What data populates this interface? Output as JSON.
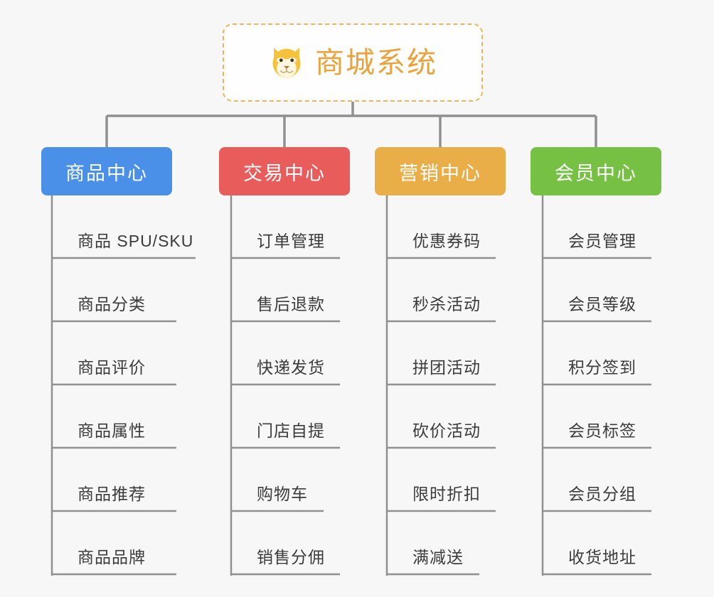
{
  "diagram": {
    "type": "mind-map",
    "background_color": "#f7f7f7",
    "root": {
      "label": "商城系统",
      "icon": "dog-face-icon",
      "text_color": "#e8a33d",
      "border_color": "#eeb45c",
      "border_style": "dashed",
      "fill_color": "#fefefe"
    },
    "connector_color": "#909090",
    "branches": [
      {
        "label": "商品中心",
        "color": "#4a90e8",
        "items": [
          "商品 SPU/SKU",
          "商品分类",
          "商品评价",
          "商品属性",
          "商品推荐",
          "商品品牌"
        ]
      },
      {
        "label": "交易中心",
        "color": "#e85c5c",
        "items": [
          "订单管理",
          "售后退款",
          "快递发货",
          "门店自提",
          "购物车",
          "销售分佣"
        ]
      },
      {
        "label": "营销中心",
        "color": "#eaae48",
        "items": [
          "优惠券码",
          "秒杀活动",
          "拼团活动",
          "砍价活动",
          "限时折扣",
          "满减送"
        ]
      },
      {
        "label": "会员中心",
        "color": "#76c043",
        "items": [
          "会员管理",
          "会员等级",
          "积分签到",
          "会员标签",
          "会员分组",
          "收货地址"
        ]
      }
    ]
  }
}
